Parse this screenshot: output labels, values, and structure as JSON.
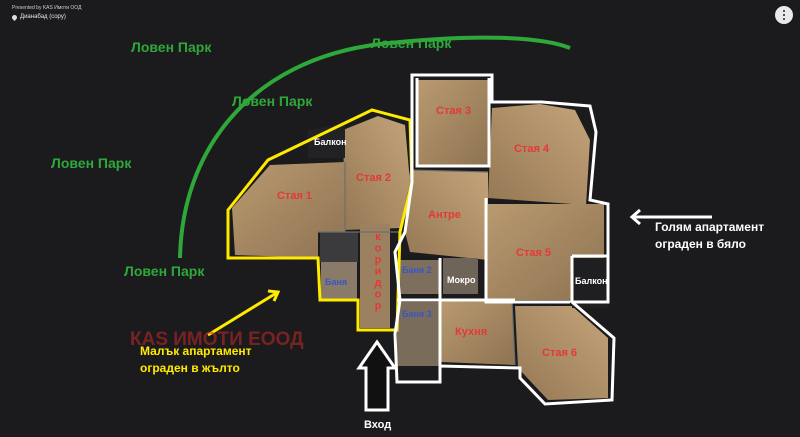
{
  "header": {
    "presented_by": "Presented by KAS Имоти ООД",
    "location": "Дианабад (copy)"
  },
  "labels": {
    "park_top_left": "Ловен Парк",
    "park_top_right": "Ловен Парк",
    "park_mid": "Ловен Парк",
    "park_left": "Ловен Парк",
    "park_bottom": "Ловен Парк",
    "room1": "Стая 1",
    "room2": "Стая 2",
    "room3": "Стая 3",
    "room4": "Стая 4",
    "room5": "Стая 5",
    "room6": "Стая 6",
    "balcony_small": "Балкон",
    "balcony_big": "Балкон",
    "entrance_hall": "Антре",
    "bath_small": "Баня",
    "bath2": "Баня 2",
    "bath3": "Баня 3",
    "wet_room": "Мокро",
    "kitchen": "Кухня",
    "corridor": "коридор",
    "entry": "Вход",
    "watermark": "КАS ИМОТИ ЕООД",
    "big_apt_line1": "Голям апартамент",
    "big_apt_line2": "ограден в бяло",
    "small_apt_line1": "Малък апартамент",
    "small_apt_line2": "ограден в жълто"
  },
  "colors": {
    "background": "#1b1b1d",
    "park_green": "#2fa83a",
    "red_label": "#e53935",
    "blue_label": "#3557c9",
    "yellow": "#ffea00",
    "white": "#ffffff",
    "floor": "#a88a62"
  }
}
